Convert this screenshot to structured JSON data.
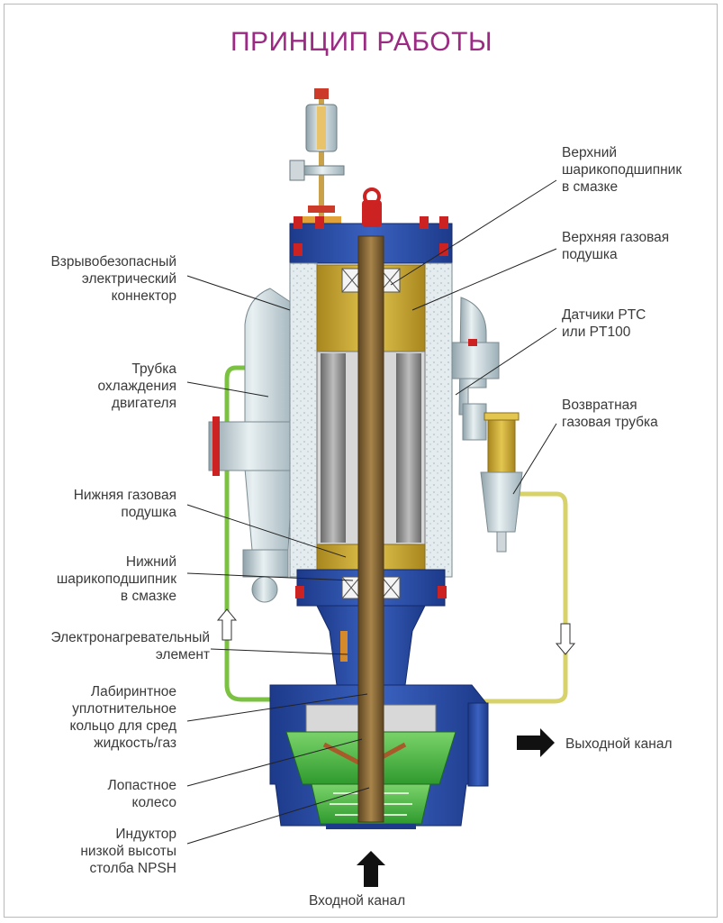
{
  "title": "ПРИНЦИП РАБОТЫ",
  "labels": {
    "upper_bearing": [
      "Верхний",
      "шарикоподшипник",
      "в смазке"
    ],
    "upper_gas_cushion": [
      "Верхняя газовая",
      "подушка"
    ],
    "sensors": [
      "Датчики PTC",
      "или PT100"
    ],
    "return_gas_tube": [
      "Возвратная",
      "газовая трубка"
    ],
    "connector": [
      "Взрывобезопасный",
      "электрический",
      "коннектор"
    ],
    "cooling_tube": [
      "Трубка",
      "охлаждения",
      "двигателя"
    ],
    "lower_gas_cushion": [
      "Нижняя газовая",
      "подушка"
    ],
    "lower_bearing": [
      "Нижний",
      "шарикоподшипник",
      "в смазке"
    ],
    "heater": [
      "Электронагревательный",
      "элемент"
    ],
    "labyrinth_seal": [
      "Лабиринтное",
      "уплотнительное",
      "кольцо для сред",
      "жидкость/газ"
    ],
    "impeller": [
      "Лопастное",
      "колесо"
    ],
    "inductor": [
      "Индуктор",
      "низкой высоты",
      "столба NPSH"
    ],
    "outlet": "Выходной канал",
    "inlet": "Входной канал"
  },
  "colors": {
    "title": "#9b2a83",
    "housing_blue": "#2a4aa0",
    "gold": "#c9a832",
    "shaft": "#8a6a32",
    "green": "#3fb83a",
    "pipe_green": "#7cc242",
    "silver": "#b8c6cc",
    "red_bolt": "#cc2222"
  }
}
